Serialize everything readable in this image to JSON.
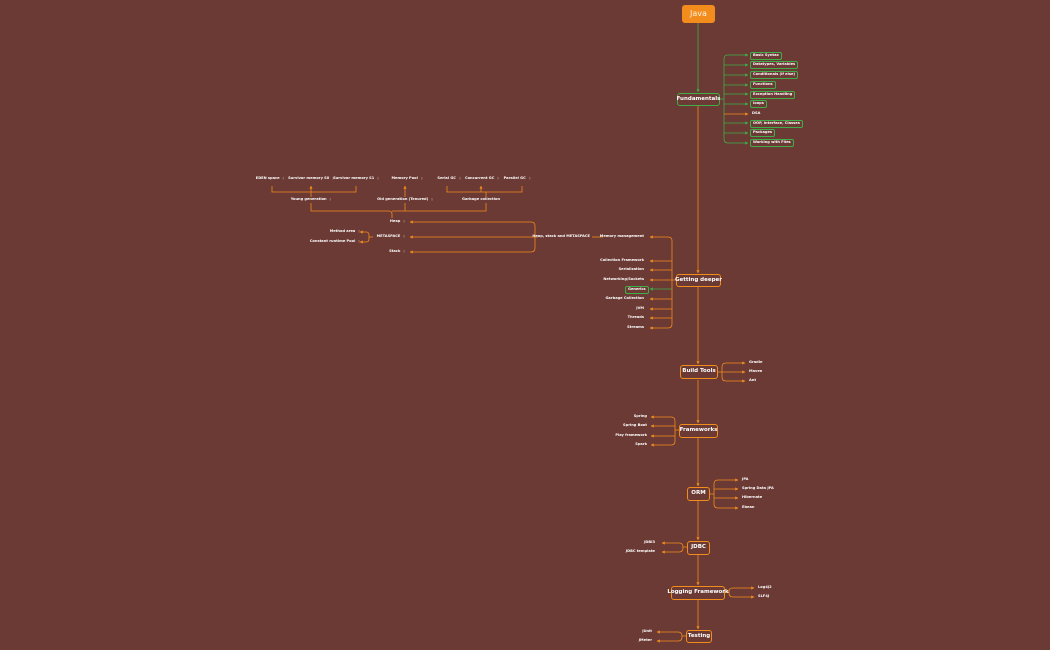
{
  "root": {
    "label": "Java"
  },
  "colors": {
    "background": "#6b3a34",
    "orange": "#f28c1c",
    "green": "#3fae49",
    "text": "#ffffff"
  },
  "fundamentals": {
    "label": "Fundamentals",
    "items": [
      "Basic Syntax",
      "Datatypes, Variables",
      "Conditionals (if else)",
      "Functions",
      "Exception Handling",
      "loops",
      "DSA",
      "OOP, Interface, Classes",
      "Packages",
      "Working with Files"
    ]
  },
  "getting_deeper": {
    "label": "Getting deeper",
    "items": [
      "Memory management",
      "Collection Framework",
      "Serialization",
      "Networking/Sockets",
      "Generics",
      "Garbage Collection",
      "JVM",
      "Threads",
      "Streams"
    ]
  },
  "memory": {
    "heap_stack_label": "Heap, stack and METASPACE",
    "heap": "Heap",
    "metaspace": "METASPACE",
    "stack": "Stack",
    "method_area": "Method area",
    "constant_pool": "Constant runtime Pool",
    "young_generation": "Young generation",
    "old_generation": "Old generation (Tenured)",
    "garbage_collection": "Garbage collection",
    "eden": "EDEN space",
    "survivor_s0": "Survivor memory S0",
    "survivor_s1": "Survivor memory S1",
    "memory_pool": "Memory Pool",
    "serial_gc": "Serial GC",
    "concurrent_gc": "Concurrent GC",
    "parallel_gc": "Parallel GC",
    "note_mark": "▯"
  },
  "build_tools": {
    "label": "Build Tools",
    "items": [
      "Gradle",
      "Maven",
      "Ant"
    ]
  },
  "frameworks": {
    "label": "Frameworks",
    "items": [
      "Spring",
      "Spring Boot",
      "Play framework",
      "Spark"
    ]
  },
  "orm": {
    "label": "ORM",
    "items": [
      "JPA",
      "Spring Data JPA",
      "Hibernate",
      "Ebean"
    ]
  },
  "jdbc": {
    "label": "JDBC",
    "items": [
      "JDBI3",
      "JDBC template"
    ]
  },
  "logging": {
    "label": "Logging Framework",
    "items": [
      "Log4j2",
      "SLF4J"
    ]
  },
  "testing": {
    "label": "Testing",
    "items": [
      "JUnit",
      "JMeter"
    ]
  }
}
